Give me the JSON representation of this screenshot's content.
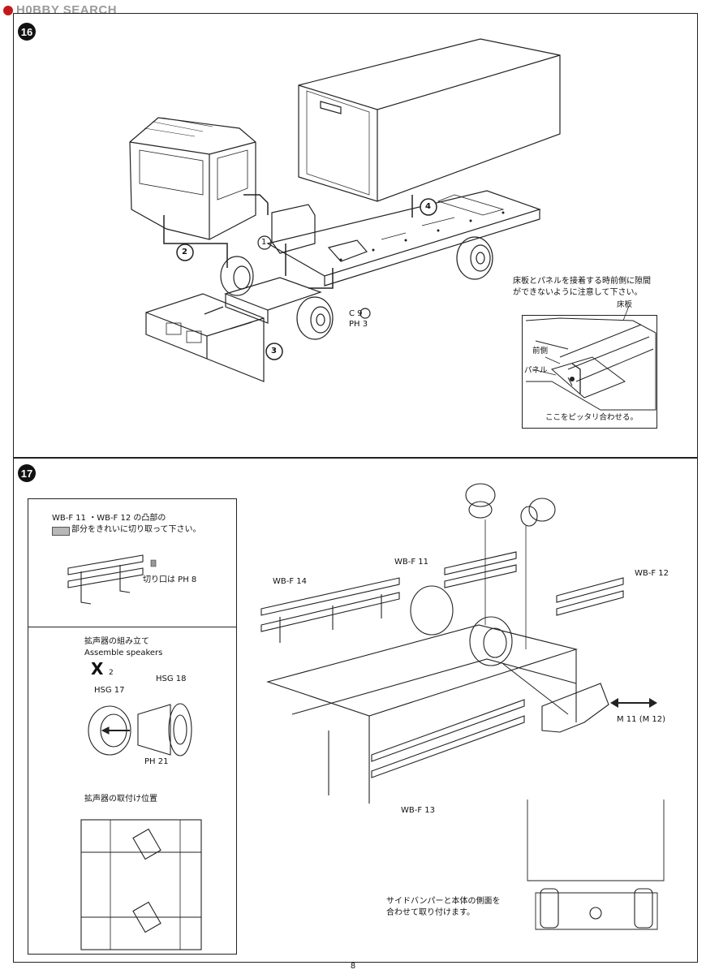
{
  "header": {
    "logo_text": "H0BBY SEARCH"
  },
  "step16": {
    "number": "16",
    "callouts": {
      "c1": "1",
      "c2": "2",
      "c3": "3",
      "c4": "4"
    },
    "part_c": "C 9",
    "part_ph": "PH 3",
    "note_line1": "床板とパネルを接着する時前側に隙間",
    "note_line2": "ができないように注意して下さい。",
    "inset": {
      "label_floor": "床板",
      "label_front": "前側",
      "label_panel": "パネル",
      "label_fit": "ここをピッタリ合わせる。"
    }
  },
  "step17": {
    "number": "17",
    "cut_note_line1": "WB-F 11 ・WB-F 12 の凸部の",
    "cut_note_line2": "部分をきれいに切り取って下さい。",
    "cut_mouth": "切り口は PH 8",
    "assemble_jp": "拡声器の組み立て",
    "assemble_en": "Assemble speakers",
    "qty_mark": "X",
    "qty_num": "2",
    "hsg17": "HSG 17",
    "hsg18": "HSG 18",
    "ph21": "PH 21",
    "mount_title": "拡声器の取付け位置",
    "labels": {
      "wbf11": "WB-F 11",
      "wbf12": "WB-F 12",
      "wbf13": "WB-F 13",
      "wbf14": "WB-F 14",
      "m11": "M 11 (M 12)"
    },
    "side_note_line1": "サイドバンパーと本体の側面を",
    "side_note_line2": "合わせて取り付けます。"
  },
  "footer": {
    "page": "8"
  }
}
